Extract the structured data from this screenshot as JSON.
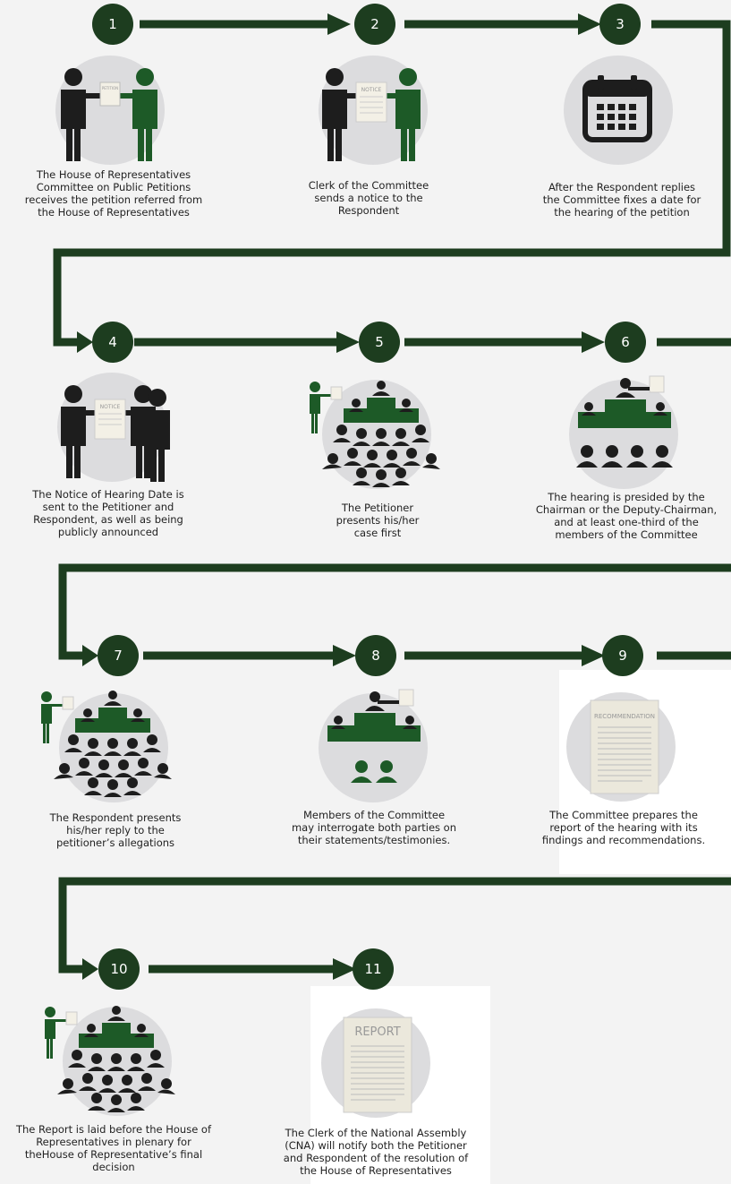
{
  "colors": {
    "dark_green": "#1d3d1f",
    "figure_dark": "#1d1d1d",
    "circle_bg": "#dcdcde",
    "page_bg": "#f3f3f3"
  },
  "steps": [
    {
      "n": "1",
      "caption": "The House of Representatives\nCommittee on Public Petitions\nreceives the petition referred from\nthe House of Representatives",
      "icon": "handover-icon",
      "doc_label": "PETITION"
    },
    {
      "n": "2",
      "caption": "Clerk of the Committee\nsends a notice to the\nRespondent",
      "icon": "notice-handover-icon",
      "doc_label": "NOTICE"
    },
    {
      "n": "3",
      "caption": "After the Respondent replies\nthe Committee fixes a date for\nthe hearing of the petition",
      "icon": "calendar-icon"
    },
    {
      "n": "4",
      "caption": "The Notice of Hearing Date is\nsent to the Petitioner and\nRespondent, as well as being\npublicly announced",
      "icon": "notice-group-icon",
      "doc_label": "NOTICE"
    },
    {
      "n": "5",
      "caption": "The Petitioner\npresents his/her\ncase first",
      "icon": "hearing-audience-icon"
    },
    {
      "n": "6",
      "caption": "The hearing is presided by the\nChairman or the Deputy-Chairman,\nand at least one-third of the\nmembers of the Committee",
      "icon": "committee-presiding-icon"
    },
    {
      "n": "7",
      "caption": "The Respondent presents\nhis/her reply to the\npetitioner’s allegations",
      "icon": "hearing-audience-icon"
    },
    {
      "n": "8",
      "caption": "Members of the Committee\nmay interrogate both parties on\ntheir statements/testimonies.",
      "icon": "interrogation-icon"
    },
    {
      "n": "9",
      "caption": "The Committee prepares the\nreport of the hearing with its\nfindings and recommendations.",
      "icon": "recommendation-document-icon",
      "doc_label": "RECOMMENDATION"
    },
    {
      "n": "10",
      "caption": "The Report is laid before the House of\nRepresentatives in plenary for\ntheHouse of Representative’s final\ndecision",
      "icon": "plenary-icon"
    },
    {
      "n": "11",
      "caption": "The Clerk of the National Assembly\n(CNA) will notify both the Petitioner\nand Respondent of the resolution of\nthe House of Representatives",
      "icon": "report-document-icon",
      "doc_label": "REPORT"
    }
  ]
}
